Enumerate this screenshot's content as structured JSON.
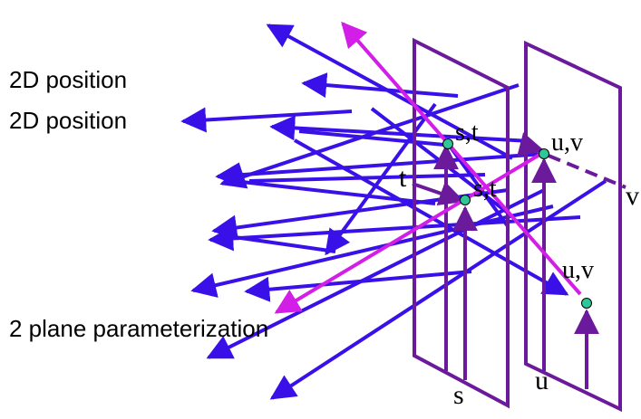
{
  "labels": {
    "position_1": "2D position",
    "position_2": "2D position",
    "parameterization": "2 plane parameterization",
    "plane1_axis_s": "s",
    "plane1_axis_t": "t",
    "plane2_axis_u": "u",
    "plane2_axis_v": "v",
    "point_st_1": "s,t",
    "point_st_2": "s,t",
    "point_uv_1": "u,v",
    "point_uv_2": "u,v"
  },
  "colors": {
    "ray": "#3a10e8",
    "highlight_ray": "#d21ee6",
    "plane": "#6a1a9a",
    "point_fill": "#2ec79a",
    "text": "#000000"
  }
}
